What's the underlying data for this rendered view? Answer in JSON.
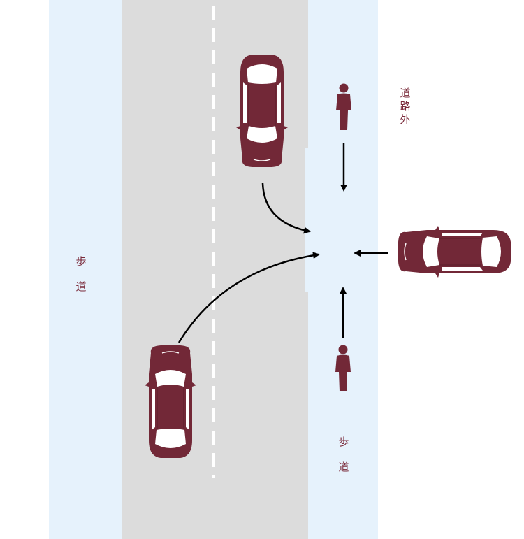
{
  "colors": {
    "sidewalk": "#e6f2fc",
    "road": "#dcdcdc",
    "lane_marking": "#ffffff",
    "vehicle": "#722837",
    "pedestrian": "#722837",
    "arrow": "#000000",
    "label_text": "#7a2a3a"
  },
  "labels": {
    "left_sidewalk": "歩\n道",
    "right_sidewalk": "歩\n道",
    "off_road": "道\n路\n外"
  },
  "icons": {
    "vehicle": "car-top-view-icon",
    "pedestrian": "person-icon"
  }
}
